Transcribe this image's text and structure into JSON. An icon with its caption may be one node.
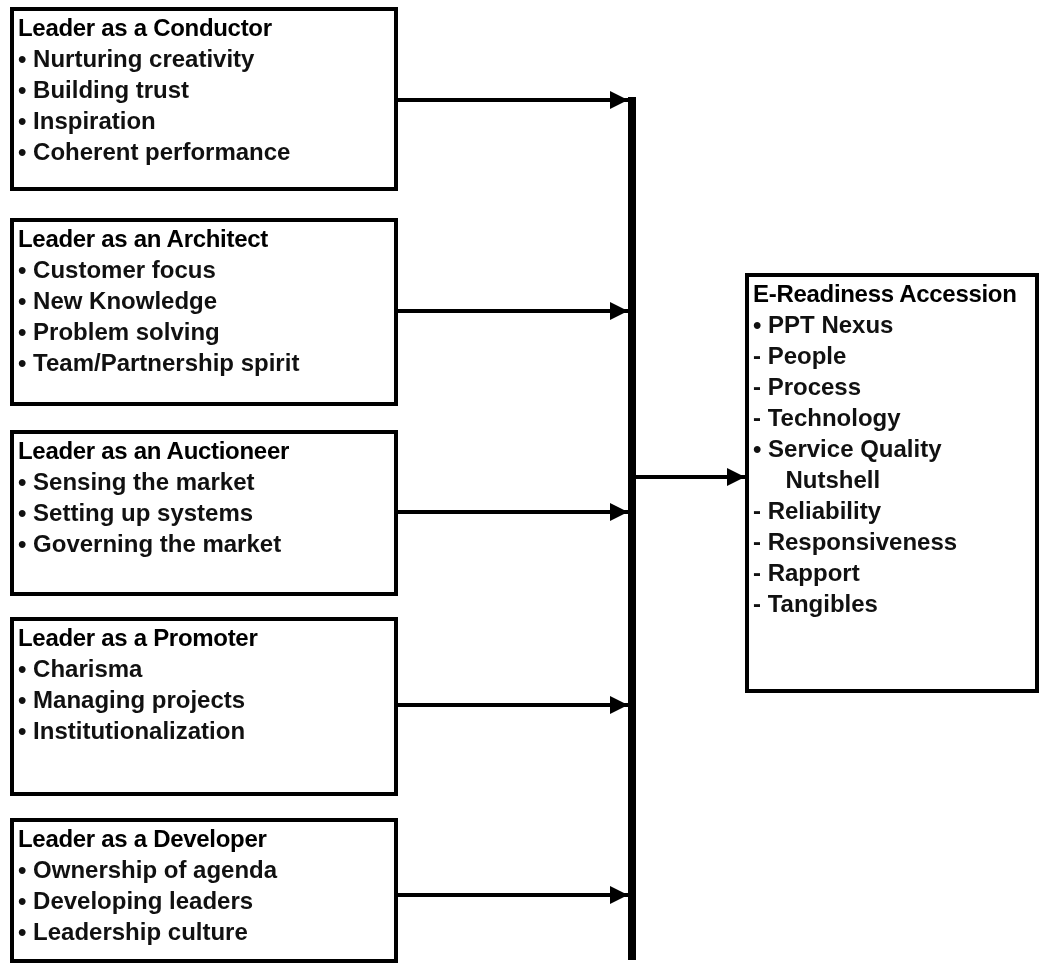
{
  "diagram": {
    "nodes": [
      {
        "text": [
          "Leader as a Conductor",
          "• Nurturing creativity",
          "• Building trust",
          "• Inspiration",
          "• Coherent performance"
        ]
      },
      {
        "text": [
          "Leader as an Architect",
          "• Customer focus",
          "• New Knowledge",
          "• Problem solving",
          "• Team/Partnership spirit"
        ]
      },
      {
        "text": [
          "Leader as an Auctioneer",
          "• Sensing the market",
          "• Setting up systems",
          "• Governing the market"
        ]
      },
      {
        "text": [
          "Leader as a Promoter",
          "• Charisma",
          "• Managing projects",
          "• Institutionalization"
        ]
      },
      {
        "text": [
          "Leader as a Developer",
          "• Ownership of agenda",
          "• Developing leaders",
          "• Leadership culture"
        ]
      },
      {
        "text": [],
        "shape": "bar"
      },
      {
        "text": [
          "E-Readiness Accession",
          "• PPT Nexus",
          "- People",
          "- Process",
          "- Technology",
          "• Service Quality Nutshell",
          "- Reliability",
          "- Responsiveness",
          "- Rapport",
          "- Tangibles"
        ]
      }
    ],
    "edges": [
      {
        "from": 0,
        "to": 5,
        "arrow": "to"
      },
      {
        "from": 1,
        "to": 5,
        "arrow": "to"
      },
      {
        "from": 2,
        "to": 5,
        "arrow": "to"
      },
      {
        "from": 3,
        "to": 5,
        "arrow": "to"
      },
      {
        "from": 4,
        "to": 5,
        "arrow": "to"
      },
      {
        "from": 5,
        "to": 6,
        "arrow": "to"
      }
    ]
  }
}
